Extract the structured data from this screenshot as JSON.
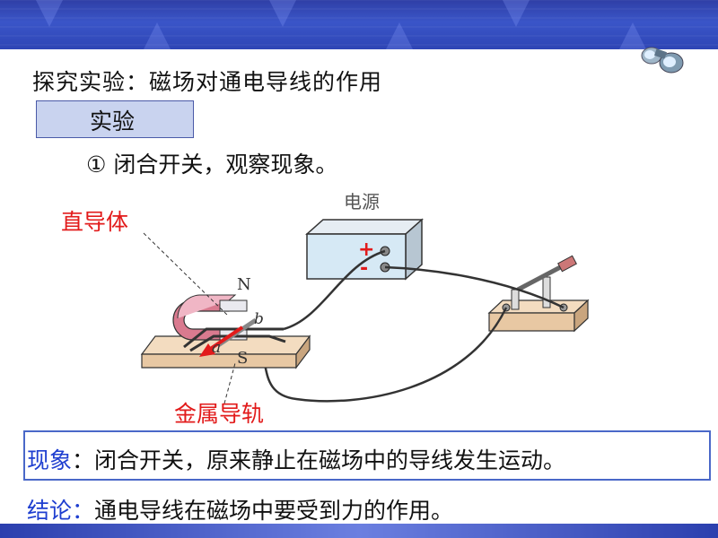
{
  "slide": {
    "title": "探究实验：磁场对通电导线的作用",
    "section_label": "实验",
    "step_text": "① 闭合开关，观察现象。",
    "diagram": {
      "power_label": "电源",
      "plus_sign": "+",
      "minus_sign": "-",
      "north_label": "N",
      "south_label": "S",
      "label_a": "a",
      "label_b": "b",
      "conductor_label": "直导体",
      "rail_label": "金属导轨"
    },
    "observation": {
      "label": "现象",
      "colon": "：",
      "text": "闭合开关，原来静止在磁场中的导线发生运动。"
    },
    "conclusion": {
      "label": "结论",
      "colon": "：",
      "text": "通电导线在磁场中要受到力的作用。"
    },
    "colors": {
      "header": "#2f3fa6",
      "highlight": "#1f3fd0",
      "label_red": "#e21b1b",
      "box_fill": "#c9d3ef"
    }
  }
}
